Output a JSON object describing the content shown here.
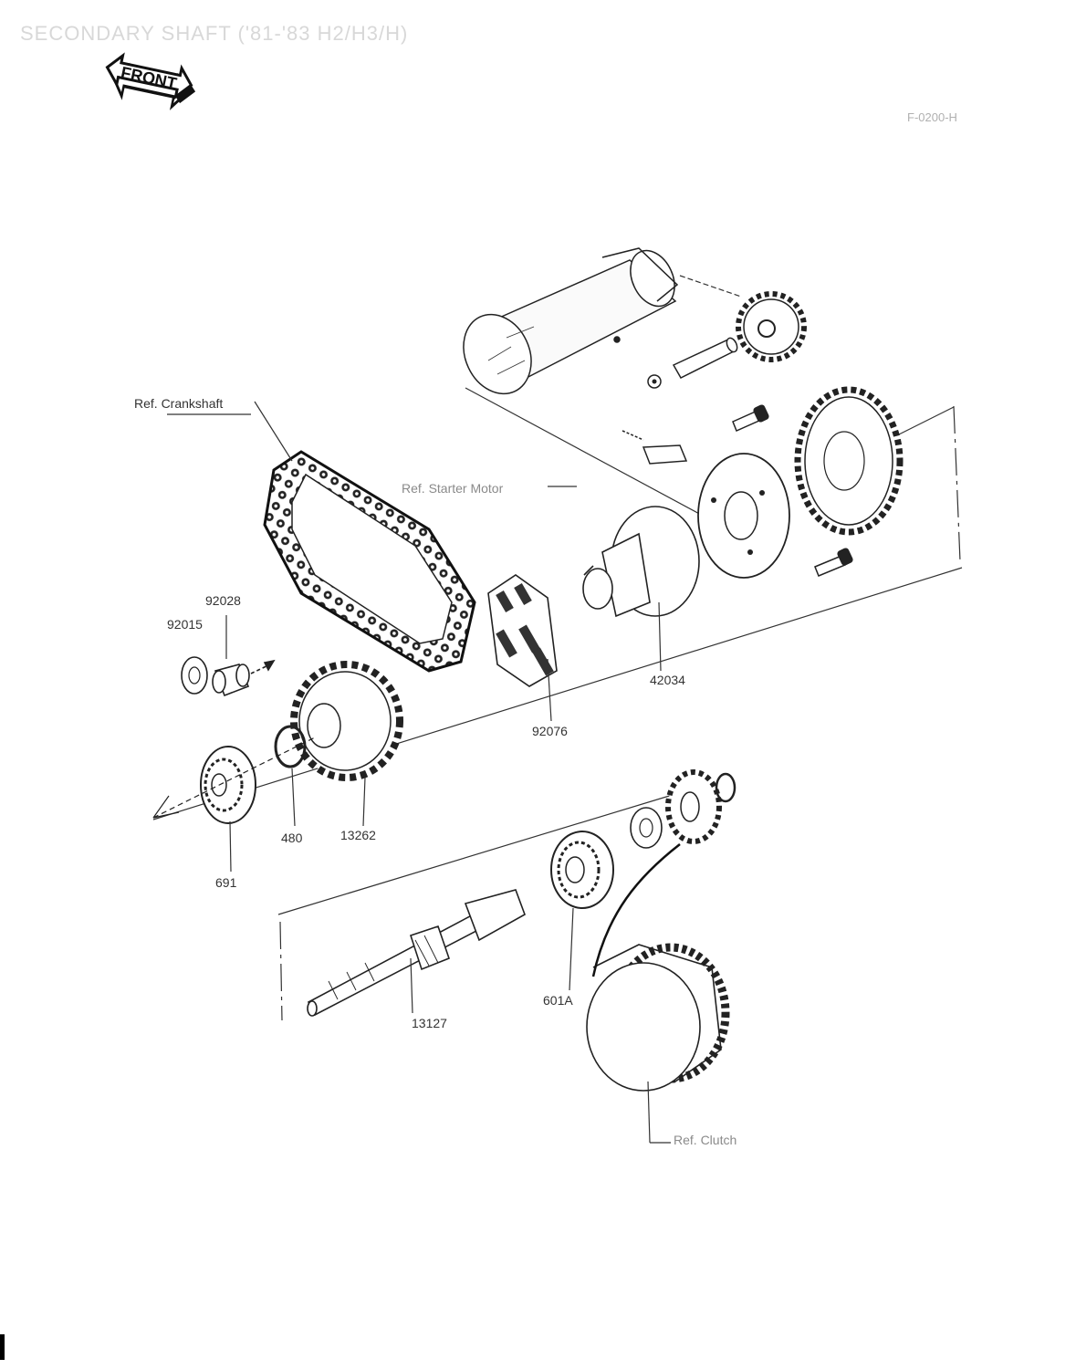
{
  "title": "SECONDARY SHAFT ('81-'83 H2/H3/H)",
  "figure_code": "F-0200-H",
  "front_sign": "FRONT",
  "colors": {
    "ink": "#1a1a1a",
    "faint": "#8a8a8a",
    "background": "#ffffff"
  },
  "labels": {
    "ref_crankshaft": "Ref. Crankshaft",
    "ref_starter_motor": "Ref. Starter Motor",
    "ref_clutch": "Ref. Clutch",
    "p92028": "92028",
    "p92015": "92015",
    "p480": "480",
    "p13262": "13262",
    "p691": "691",
    "p92076": "92076",
    "p42034": "42034",
    "p601A": "601A",
    "p13127": "13127"
  }
}
